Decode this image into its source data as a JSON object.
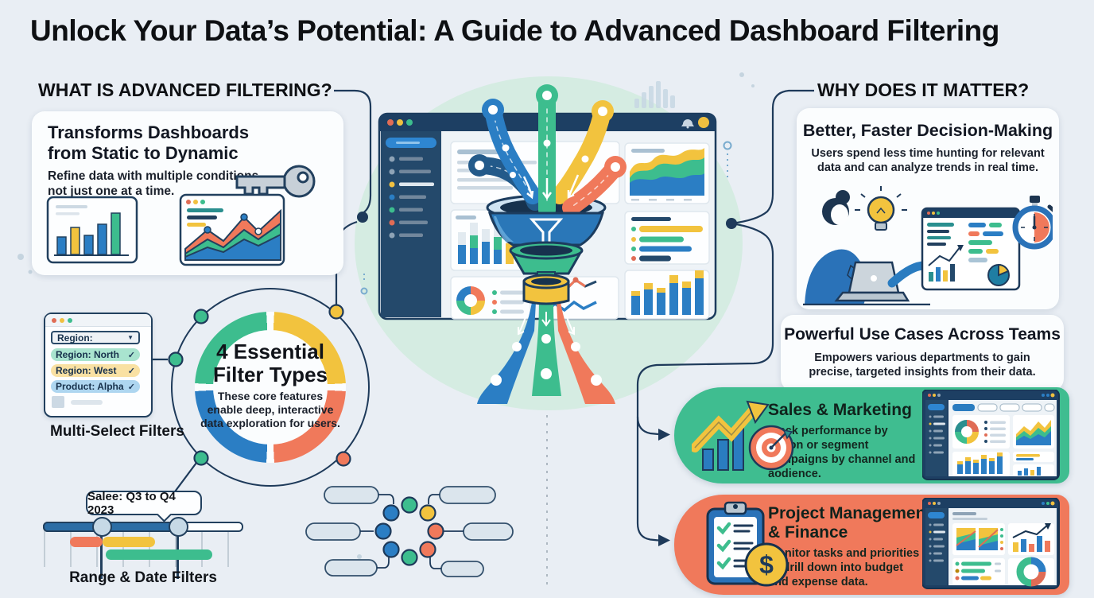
{
  "title": "Unlock Your Data’s Potential: A Guide to Advanced Dashboard Filtering",
  "left": {
    "heading": "WHAT IS ADVANCED FILTERING?",
    "transforms_card": {
      "title": "Transforms Dashboards from Static to Dynamic",
      "desc": "Refine data with multiple conditions, not just one at a time."
    },
    "multiselect": {
      "dropdown_label": "Region:",
      "options": [
        {
          "label": "Region: North"
        },
        {
          "label": "Region: West"
        },
        {
          "label": "Product: Alpha"
        }
      ],
      "caption": "Multi-Select Filters"
    },
    "donut": {
      "title": "4 Essential Filter Types",
      "desc": "These core features enable deep, interactive data exploration for users."
    },
    "range": {
      "tooltip": "Salee: Q3 to Q4 2023",
      "caption": "Range & Date Filters"
    }
  },
  "right": {
    "heading": "WHY DOES IT MATTER?",
    "decision_card": {
      "title": "Better, Faster Decision-Making",
      "desc": "Users spend less time hunting for relevant data and can analyze trends in real time."
    },
    "usecases_card": {
      "title": "Powerful Use Cases Across Teams",
      "desc": "Empowers various departments to gain precise, targeted insights from their data."
    },
    "sales_card": {
      "title": "Sales & Marketing",
      "desc": "Track performance by region or segment campaigns by channel and aodience."
    },
    "pm_card": {
      "title": "Project Management & Finance",
      "desc": "Monitor tasks and priorities or drill down into budget and expense data."
    }
  },
  "icons": {
    "check": "✓",
    "dropdown_arrow": "▼",
    "dollar": "$"
  },
  "colors": {
    "green": "#3dbd8e",
    "yellow": "#f2c33e",
    "orange": "#f0795b",
    "blue": "#2b7ec4",
    "navy": "#1e3a5a",
    "mint": "#d5ece2"
  }
}
